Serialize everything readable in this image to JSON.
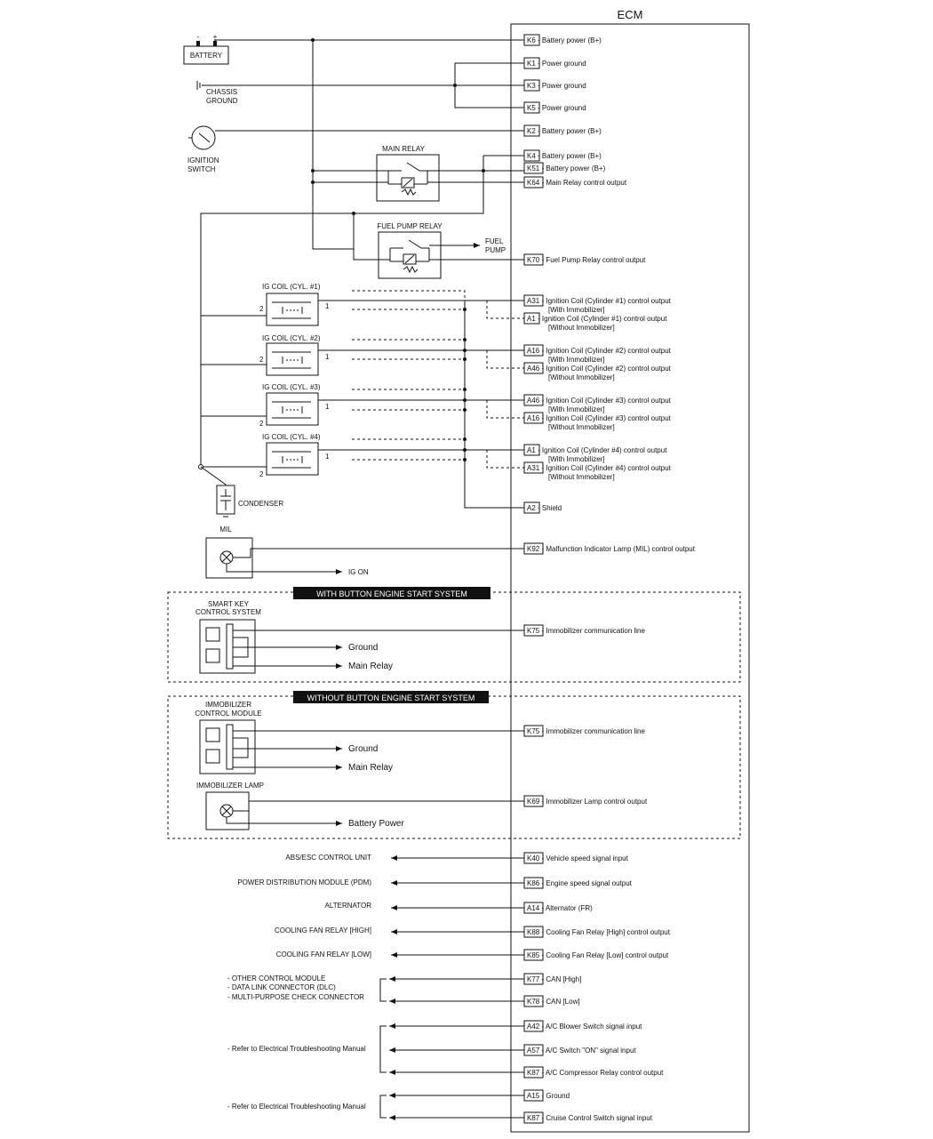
{
  "ecm_title": "ECM",
  "components": {
    "battery": "BATTERY",
    "battery_minus": "-",
    "battery_plus": "+",
    "chassis_ground": [
      "CHASSIS",
      "GROUND"
    ],
    "ignition_switch": [
      "IGNITION",
      "SWITCH"
    ],
    "main_relay": "MAIN RELAY",
    "fuel_pump_relay": "FUEL PUMP RELAY",
    "fuel_pump": [
      "FUEL",
      "PUMP"
    ],
    "ig_coils": [
      "IG COIL (CYL. #1)",
      "IG COIL (CYL. #2)",
      "IG COIL (CYL. #3)",
      "IG COIL (CYL. #4)"
    ],
    "coil_pin_1": "1",
    "coil_pin_2": "2",
    "condenser": "CONDENSER",
    "mil": "MIL",
    "ig_on": "IG ON",
    "smart_key": [
      "SMART KEY",
      "CONTROL SYSTEM"
    ],
    "immobilizer_module": [
      "IMMOBILIZER",
      "CONTROL MODULE"
    ],
    "immobilizer_lamp": "IMMOBILIZER LAMP",
    "ground": "Ground",
    "main_relay_out": "Main Relay",
    "battery_power": "Battery Power"
  },
  "banners": {
    "with_button": "WITH BUTTON ENGINE START SYSTEM",
    "without_button": "WITHOUT BUTTON ENGINE START SYSTEM"
  },
  "pins": [
    {
      "pin": "K6",
      "desc": "Battery power (B+)"
    },
    {
      "pin": "K1",
      "desc": "Power ground"
    },
    {
      "pin": "K3",
      "desc": "Power ground"
    },
    {
      "pin": "K5",
      "desc": "Power ground"
    },
    {
      "pin": "K2",
      "desc": "Battery power (B+)"
    },
    {
      "pin": "K4",
      "desc": "Battery power (B+)"
    },
    {
      "pin": "K51",
      "desc": "Battery power (B+)"
    },
    {
      "pin": "K64",
      "desc": "Main Relay control output"
    },
    {
      "pin": "K70",
      "desc": "Fuel Pump Relay control output"
    },
    {
      "pin": "A31",
      "desc": "Ignition Coil (Cylinder #1) control output",
      "sub": "[With Immobilizer]"
    },
    {
      "pin": "A1",
      "desc": "Ignition Coil (Cylinder #1) control output",
      "sub": "[Without Immobilizer]"
    },
    {
      "pin": "A16",
      "desc": "Ignition Coil (Cylinder #2) control output",
      "sub": "[With Immobilizer]"
    },
    {
      "pin": "A46",
      "desc": "Ignition Coil (Cylinder #2) control output",
      "sub": "[Without Immobilizer]"
    },
    {
      "pin": "A46",
      "desc": "Ignition Coil (Cylinder #3) control output",
      "sub": "[With Immobilizer]"
    },
    {
      "pin": "A16",
      "desc": "Ignition Coil (Cylinder #3) control output",
      "sub": "[Without Immobilizer]"
    },
    {
      "pin": "A1",
      "desc": "Ignition Coil (Cylinder #4) control output",
      "sub": "[With Immobilizer]"
    },
    {
      "pin": "A31",
      "desc": "Ignition Coil (Cylinder #4) control output",
      "sub": "[Without Immobilizer]"
    },
    {
      "pin": "A2",
      "desc": "Shield"
    },
    {
      "pin": "K92",
      "desc": "Malfunction Indicator Lamp (MIL) control output"
    },
    {
      "pin": "K75",
      "desc": "Immobilizer communication line"
    },
    {
      "pin": "K75",
      "desc": "Immobilizer communication line"
    },
    {
      "pin": "K69",
      "desc": "Immobilizer Lamp control output"
    },
    {
      "pin": "K40",
      "desc": "Vehicle speed signal input"
    },
    {
      "pin": "K86",
      "desc": "Engine speed signal output"
    },
    {
      "pin": "A14",
      "desc": "Alternator (FR)"
    },
    {
      "pin": "K88",
      "desc": "Cooling Fan Relay [High] control output"
    },
    {
      "pin": "K85",
      "desc": "Cooling Fan Relay [Low] control output"
    },
    {
      "pin": "K77",
      "desc": "CAN [High]"
    },
    {
      "pin": "K78",
      "desc": "CAN [Low]"
    },
    {
      "pin": "A42",
      "desc": "A/C Blower Switch signal input"
    },
    {
      "pin": "A57",
      "desc": "A/C Switch \"ON\" signal input"
    },
    {
      "pin": "K87",
      "desc": "A/C Compressor Relay control output"
    },
    {
      "pin": "A15",
      "desc": "Ground"
    },
    {
      "pin": "K87",
      "desc": "Cruise Control Switch signal input"
    }
  ],
  "left_labels": {
    "abs": "ABS/ESC CONTROL UNIT",
    "pdm": "POWER DISTRIBUTION MODULE (PDM)",
    "alternator": "ALTERNATOR",
    "fan_high": "COOLING FAN RELAY [HIGH]",
    "fan_low": "COOLING FAN RELAY [LOW]",
    "can_group": [
      "- OTHER CONTROL MODULE",
      "- DATA LINK CONNECTOR (DLC)",
      "- MULTI-PURPOSE CHECK CONNECTOR"
    ],
    "refer_1": "- Refer to Electrical Troubleshooting Manual",
    "refer_2": "- Refer to Electrical Troubleshooting Manual"
  }
}
